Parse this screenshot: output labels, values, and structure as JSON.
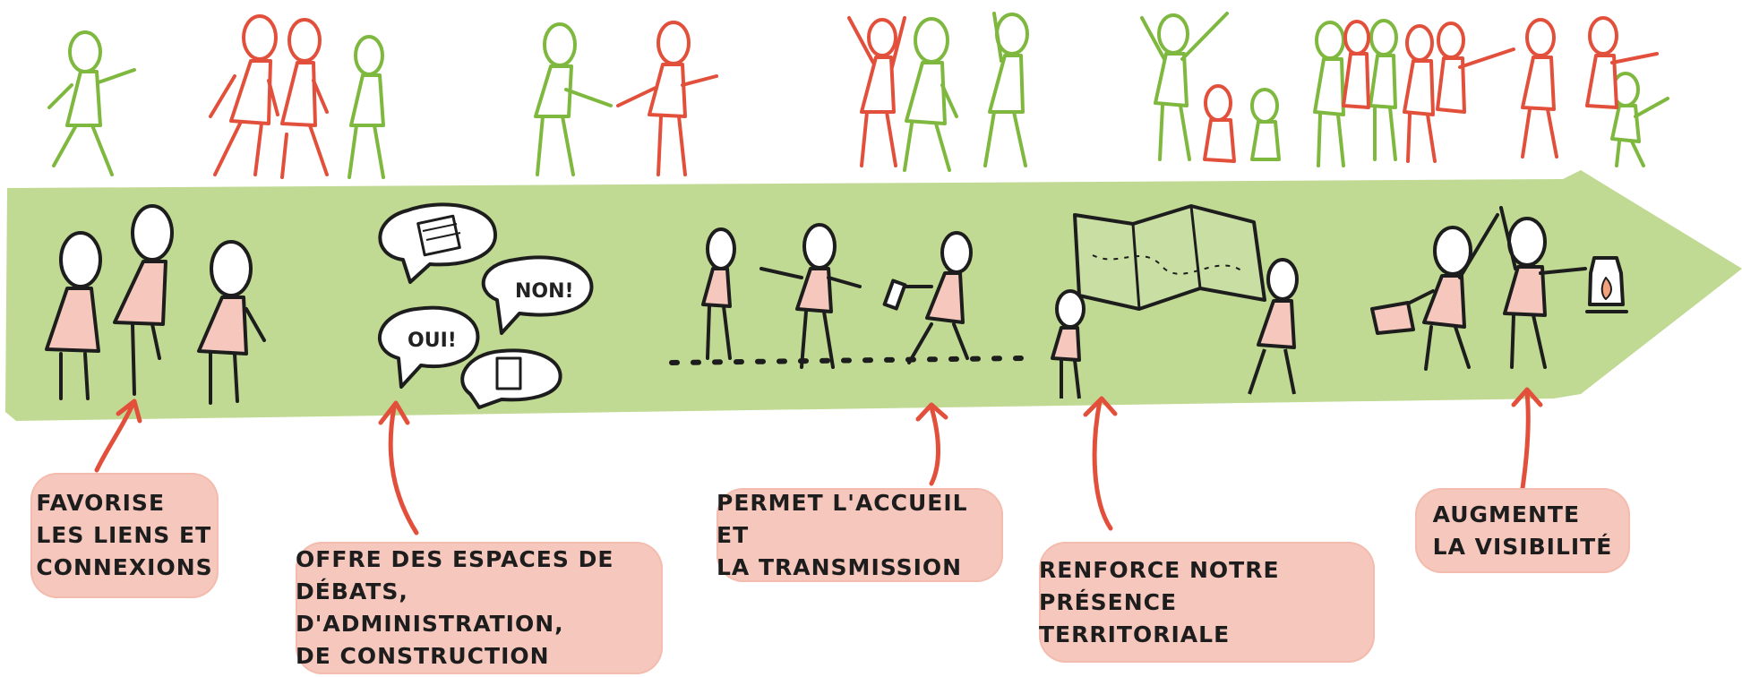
{
  "diagram": {
    "colors": {
      "band": "#c0da93",
      "callout": "#f6c8bd",
      "accent_red": "#e2503c",
      "accent_green": "#7fb83e",
      "ink": "#1d1d1d"
    },
    "speech_bubbles": [
      {
        "name": "calendar-icon",
        "text": ""
      },
      {
        "name": "non-bubble",
        "text": "NON!"
      },
      {
        "name": "oui-bubble",
        "text": "OUI!"
      },
      {
        "name": "document-icon",
        "text": ""
      }
    ],
    "callouts": [
      {
        "id": "liens",
        "text": "FAVORISE\nLES LIENS ET\nCONNEXIONS"
      },
      {
        "id": "espaces",
        "text": "OFFRE DES ESPACES DE\nDÉBATS, D'ADMINISTRATION,\nDE CONSTRUCTION"
      },
      {
        "id": "accueil",
        "text": "PERMET L'ACCUEIL ET\nLA TRANSMISSION"
      },
      {
        "id": "territoire",
        "text": "RENFORCE NOTRE\nPRÉSENCE TERRITORIALE"
      },
      {
        "id": "visibilite",
        "text": "AUGMENTE\nLA VISIBILITÉ"
      }
    ]
  }
}
